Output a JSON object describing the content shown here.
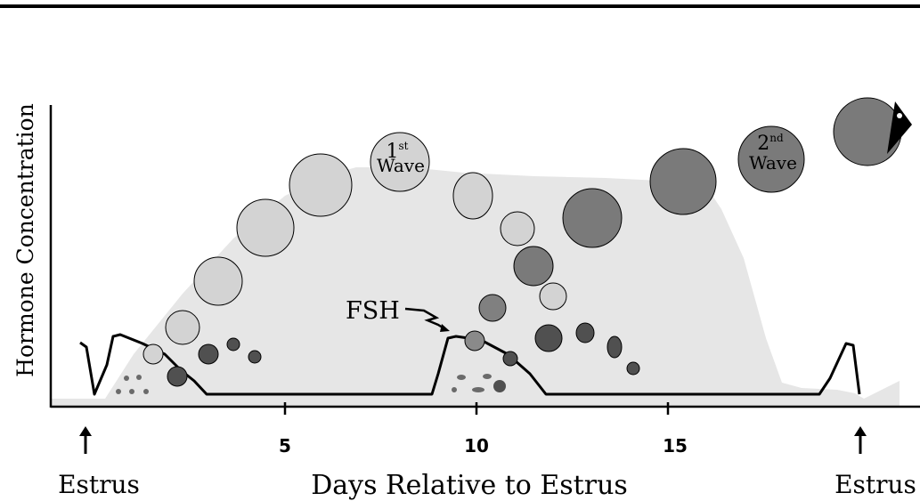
{
  "diagram": {
    "y_axis_label": "Hormone Concentration",
    "x_axis_label": "Days Relative to Estrus",
    "ticks": [
      "5",
      "10",
      "15"
    ],
    "estrus_left": "Estrus",
    "estrus_right": "Estrus",
    "fsh_label": "FSH",
    "wave1": {
      "num": "1",
      "sup": "st",
      "word": "Wave"
    },
    "wave2": {
      "num": "2",
      "sup": "nd",
      "word": "Wave"
    }
  },
  "colors": {
    "background_area": "#e6e6e6",
    "wave1_follicle": "#d3d3d3",
    "wave2_follicle": "#7a7a7a",
    "small_follicle": "#505050",
    "fsh_line": "#000000"
  }
}
